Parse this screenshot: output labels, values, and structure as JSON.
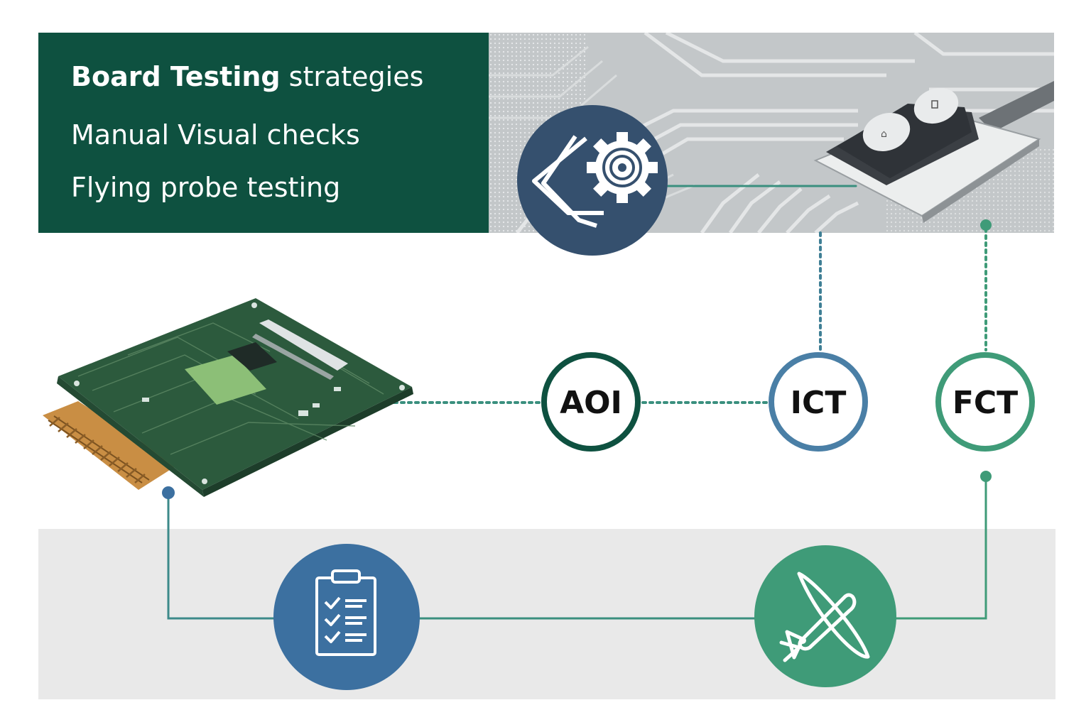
{
  "panel": {
    "title_bold": "Board Testing",
    "title_rest": " strategies",
    "line2": "Manual  Visual checks",
    "line3": "Flying probe testing"
  },
  "nodes": [
    {
      "id": "aoi",
      "label": "AOI",
      "ring_color": "#0e5140"
    },
    {
      "id": "ict",
      "label": "ICT",
      "ring_color": "#4a7fa6"
    },
    {
      "id": "fct",
      "label": "FCT",
      "ring_color": "#3f9b78"
    }
  ],
  "icons": {
    "top": "design-gear-icon",
    "left_bottom": "clipboard-checklist-icon",
    "right_bottom": "airplane-icon"
  },
  "colors": {
    "panel_green": "#0e5140",
    "navy": "#35506e",
    "blue": "#3c70a0",
    "teal": "#3f9b78",
    "connector": "#3a8f7e"
  }
}
